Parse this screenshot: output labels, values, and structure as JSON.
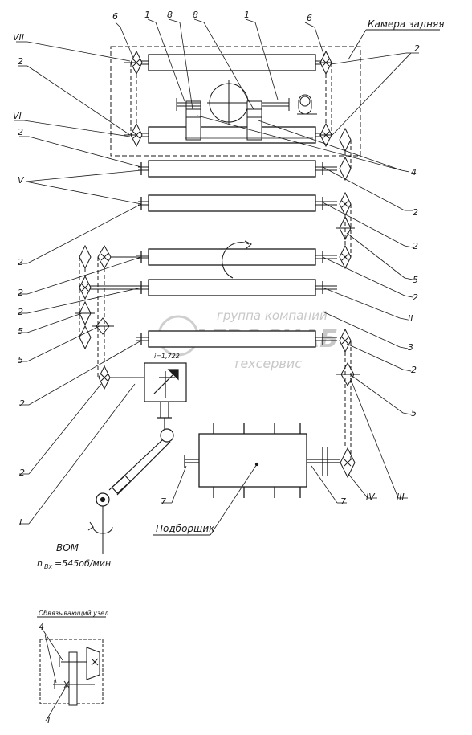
{
  "labels": {
    "rear_chamber": "Камера задняя",
    "pickup": "Подборщик",
    "pto": "ВОМ",
    "pto_speed": "n",
    "pto_speed_sub": "Вх",
    "pto_speed_value": "=545об/мин",
    "gear_ratio": "i=1,722",
    "binding_unit": "Обвязывающий узел"
  },
  "watermark": {
    "line1": "группа компаний",
    "line2": "АГРОСНАБ",
    "line3": "техсервис"
  },
  "callouts": {
    "c6a": "6",
    "c8a": "8",
    "c8b": "8",
    "c1a": "1",
    "c1b": "1",
    "c6b": "6",
    "rVII": "VII",
    "c2_1": "2",
    "rVI": "VI",
    "c2_2": "2",
    "rV": "V",
    "c2_r1": "2",
    "c4a": "4",
    "c2_r2": "2",
    "c2_l3": "2",
    "c2_r3": "2",
    "c5_r1": "5",
    "c2_l4": "2",
    "c2_r4": "2",
    "c2_l5": "2",
    "rII": "II",
    "c5_l1": "5",
    "c3": "3",
    "c5_l2": "5",
    "c2_r5": "2",
    "c5_r2": "5",
    "c2_l6": "2",
    "c2_l7": "2",
    "rI": "I",
    "c7a": "7",
    "c7b": "7",
    "rIV": "IV",
    "rIII": "III",
    "c4b": "4",
    "c4c": "4"
  }
}
